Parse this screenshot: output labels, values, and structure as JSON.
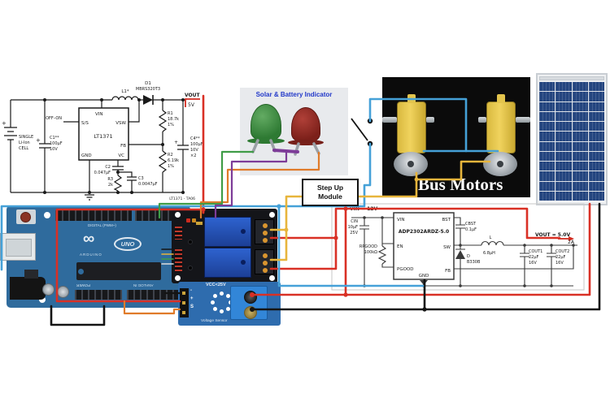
{
  "lt": {
    "fig_note": "LT1371 - TA06",
    "plus": "+",
    "battery": [
      "SINGLE",
      "Li-Ion",
      "CELL"
    ],
    "c1": [
      "C1**",
      "100µF",
      "10V"
    ],
    "off_on": "OFF–ON",
    "pins": {
      "ss": "S/S",
      "vin": "VIN",
      "vsw": "VSW",
      "fb": "FB",
      "gnd": "GND",
      "vc": "VC"
    },
    "ic": "LT1371",
    "l1": "L1*",
    "d1": "D1",
    "d1_part": "MBRS320T3",
    "vout": "VOUT",
    "vout_v": "5V",
    "r1": [
      "R1",
      "18.7k",
      "1%"
    ],
    "r2": [
      "R2",
      "6.19k",
      "1%"
    ],
    "c4": [
      "C4**",
      "100µF",
      "10V",
      "×2"
    ],
    "c2": [
      "C2",
      "0.047µF"
    ],
    "r3": [
      "R3",
      "2k"
    ],
    "c3": [
      "C3",
      "0.0047µF"
    ]
  },
  "indicator": {
    "title": "Solar & Battery Indicator"
  },
  "motors": {
    "label": "Bus Motors"
  },
  "stepup": {
    "line1": "Step Up",
    "line2": "Module"
  },
  "adp": {
    "vin_label": "VIN = 12V",
    "ic": "ADP2302ARDZ-5.0",
    "pins": {
      "vin": "VIN",
      "en": "EN",
      "pgood": "PGOOD",
      "gnd": "GND",
      "bst": "BST",
      "sw": "SW",
      "fb": "FB"
    },
    "cin": [
      "CIN",
      "10µF",
      "25V"
    ],
    "rpgood": [
      "RPGOOD",
      "100kΩ"
    ],
    "cbst": [
      "CBST",
      "0.1µF"
    ],
    "diode": [
      "D",
      "B330B"
    ],
    "ind": [
      "L",
      "6.8µH"
    ],
    "cout1": [
      "COUT1",
      "22µF",
      "16V"
    ],
    "cout2": [
      "COUT2",
      "22µF",
      "16V"
    ],
    "vout_label": "VOUT = 5.0V",
    "vout_amp": "2A"
  },
  "sensor": {
    "vcc": "VCC<25V",
    "name": "Voltage Sensor",
    "pins": [
      "-",
      "+",
      "S"
    ]
  },
  "arduino": {
    "infinity": "∞",
    "brand": "ARDUINO",
    "uno": "UNO",
    "digital": "DIGITAL (PWM~)",
    "power": "POWER",
    "analog": "ANALOG IN"
  },
  "colors": {
    "wire_red": "#d93025",
    "wire_black": "#141414",
    "wire_blue": "#45a1d8",
    "wire_yellow": "#e7b53c",
    "wire_orange": "#e07b2a",
    "wire_green": "#3f9c47",
    "wire_purple": "#7d3c98",
    "led_green": "#3e8a3e",
    "led_red": "#8e2a20",
    "board_blue": "#2f6b9d",
    "relay_blue": "#2a58c0",
    "solar_cell": "#24457f",
    "indicator_title": "#2138c9"
  },
  "solar": {
    "cols": 4,
    "rows": 12
  }
}
